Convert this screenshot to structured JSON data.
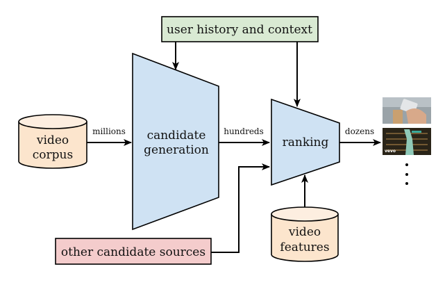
{
  "nodes": {
    "user_history": {
      "label": "user history and context",
      "fill": "#d9ead3"
    },
    "video_corpus": {
      "lines": [
        "video",
        "corpus"
      ],
      "fill": "#fce5cd"
    },
    "candidate_generation": {
      "lines": [
        "candidate",
        "generation"
      ],
      "fill": "#cfe2f3"
    },
    "ranking": {
      "label": "ranking",
      "fill": "#cfe2f3"
    },
    "video_features": {
      "lines": [
        "video",
        "features"
      ],
      "fill": "#fce5cd"
    },
    "other_sources": {
      "label": "other candidate sources",
      "fill": "#f4cccc"
    }
  },
  "edges": {
    "millions": "millions",
    "hundreds": "hundreds",
    "dozens": "dozens"
  },
  "outputs": {
    "thumbnails": [
      "phone-and-coffee-thumbnail",
      "music-video-thumbnail"
    ],
    "vevo_text": "vevo",
    "more": "ellipsis-vertical"
  }
}
